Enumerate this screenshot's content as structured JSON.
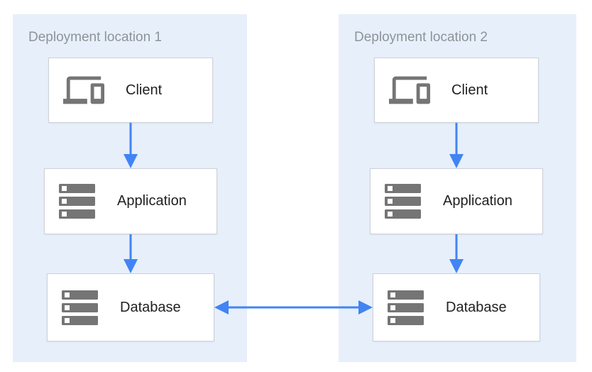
{
  "diagram": {
    "locations": [
      {
        "label": "Deployment location 1",
        "nodes": [
          {
            "id": "client",
            "label": "Client",
            "icon": "devices-icon"
          },
          {
            "id": "application",
            "label": "Application",
            "icon": "server-stack-icon"
          },
          {
            "id": "database",
            "label": "Database",
            "icon": "server-stack-icon"
          }
        ]
      },
      {
        "label": "Deployment location 2",
        "nodes": [
          {
            "id": "client",
            "label": "Client",
            "icon": "devices-icon"
          },
          {
            "id": "application",
            "label": "Application",
            "icon": "server-stack-icon"
          },
          {
            "id": "database",
            "label": "Database",
            "icon": "server-stack-icon"
          }
        ]
      }
    ],
    "connections": [
      {
        "from": "location1.client",
        "to": "location1.application",
        "style": "arrow-down"
      },
      {
        "from": "location1.application",
        "to": "location1.database",
        "style": "arrow-down"
      },
      {
        "from": "location2.client",
        "to": "location2.application",
        "style": "arrow-down"
      },
      {
        "from": "location2.application",
        "to": "location2.database",
        "style": "arrow-down"
      },
      {
        "from": "location1.database",
        "to": "location2.database",
        "style": "arrow-bidirectional"
      }
    ],
    "colors": {
      "canvas_bg": "#ffffff",
      "panel_bg": "#e7effb",
      "arrow_blue": "#4284f4",
      "icon_gray": "#757575",
      "box_border": "#cdd1d6",
      "box_bg": "#ffffff",
      "label_gray": "#8d9399",
      "node_text": "#212121"
    }
  }
}
